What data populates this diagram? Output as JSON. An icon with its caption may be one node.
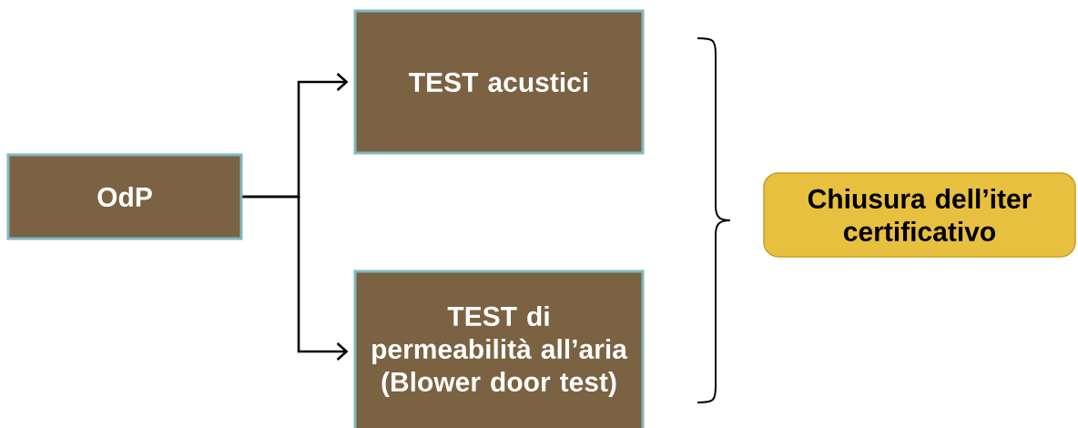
{
  "diagram": {
    "nodes": [
      {
        "text": [
          "OdP"
        ]
      },
      {
        "text": [
          "TEST acustici"
        ]
      },
      {
        "text": [
          "TEST di permeabilità all’aria (Blower door test)"
        ]
      },
      {
        "text": [
          "Chiusura dell’iter certificativo"
        ]
      }
    ],
    "edges": [
      {
        "from": 0,
        "to": 1,
        "arrow": "to"
      },
      {
        "from": 0,
        "to": 2,
        "arrow": "to"
      }
    ]
  }
}
